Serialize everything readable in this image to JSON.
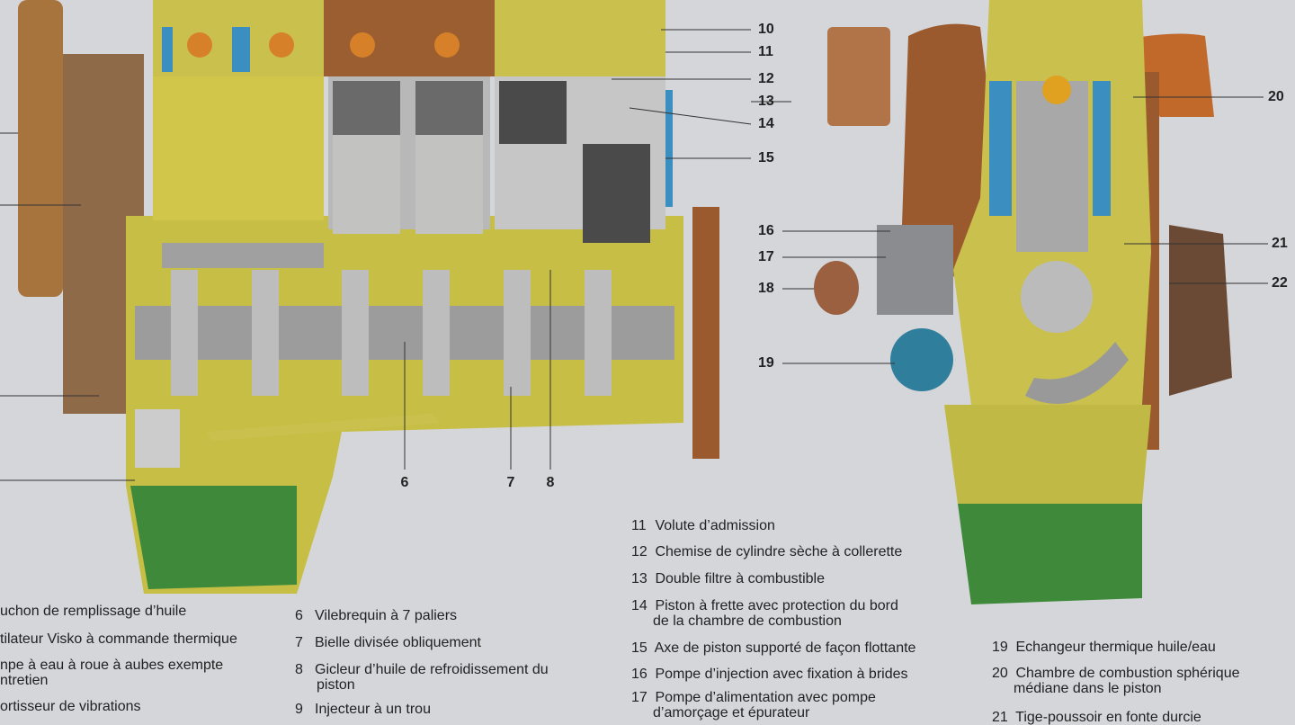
{
  "callouts": [
    "6",
    "7",
    "8",
    "10",
    "11",
    "12",
    "13",
    "14",
    "15",
    "16",
    "17",
    "18",
    "19",
    "20",
    "21",
    "22"
  ],
  "legend_left": [
    {
      "text": "uchon de remplissage d’huile"
    },
    {
      "text": "tilateur Visko à commande thermique"
    },
    {
      "text": "npe à eau à roue à aubes exempte",
      "cont": "ntretien"
    },
    {
      "text": "ortisseur de vibrations"
    }
  ],
  "legend": [
    {
      "n": "6",
      "text": "Vilebrequin à 7 paliers"
    },
    {
      "n": "7",
      "text": "Bielle divisée obliquement"
    },
    {
      "n": "8",
      "text": "Gicleur d’huile de refroidissement du",
      "cont": "piston"
    },
    {
      "n": "9",
      "text": "Injecteur à un trou"
    },
    {
      "n": "11",
      "text": "Volute d’admission"
    },
    {
      "n": "12",
      "text": "Chemise de cylindre sèche à collerette"
    },
    {
      "n": "13",
      "text": "Double filtre à combustible"
    },
    {
      "n": "14",
      "text": "Piston à frette avec protection du bord",
      "cont": "de la chambre de combustion"
    },
    {
      "n": "15",
      "text": "Axe de piston supporté de façon flottante"
    },
    {
      "n": "16",
      "text": "Pompe d’injection avec fixation à brides"
    },
    {
      "n": "17",
      "text": "Pompe d’alimentation avec pompe",
      "cont": "d’amorçage et épurateur"
    },
    {
      "n": "19",
      "text": "Echangeur thermique huile/eau"
    },
    {
      "n": "20",
      "text": "Chambre de combustion sphérique",
      "cont": "médiane dans le piston"
    },
    {
      "n": "21",
      "text": "Tige-poussoir en fonte durcie"
    }
  ],
  "colors": {
    "background": "#d4d6da",
    "oil": "#c9c24a",
    "sump": "#3f8a3a",
    "copper": "#9a5a2e",
    "coolant": "#3a8fc0",
    "steel": "#8a8c90"
  }
}
